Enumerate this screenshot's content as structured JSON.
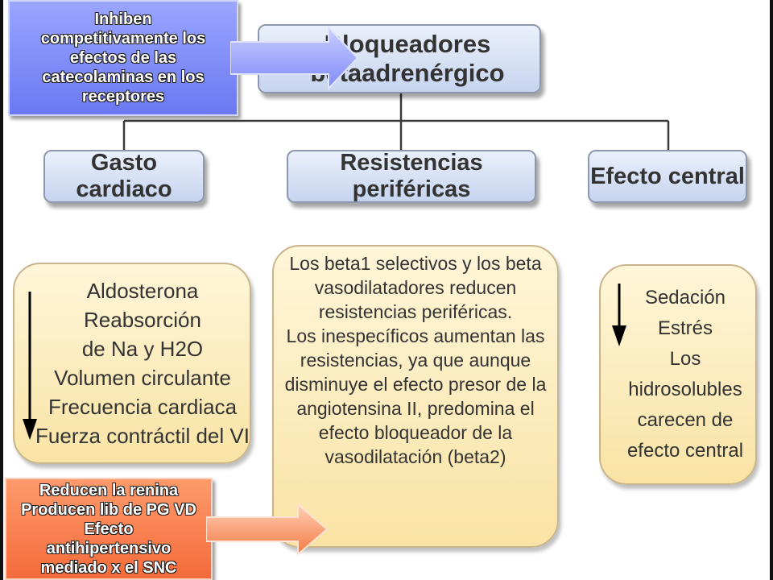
{
  "title": "Bloqueadores betaadrenérgico",
  "categories": {
    "gasto": "Gasto cardiaco",
    "resist": "Resistencias periféricas",
    "central": "Efecto central"
  },
  "left_box": {
    "lines": [
      "Aldosterona",
      "Reabsorción",
      "de Na y H2O",
      "Volumen circulante",
      "Frecuencia cardiaca",
      "Fuerza contráctil del VI"
    ]
  },
  "middle_box": {
    "lines": [
      "Los beta1 selectivos y los beta",
      "vasodilatadores reducen",
      "resistencias periféricas.",
      "Los inespecíficos aumentan las",
      "resistencias, ya que aunque",
      "disminuye el efecto presor de la",
      "angiotensina II, predomina el",
      "efecto bloqueador de la",
      "vasodilatación (beta2)"
    ]
  },
  "right_box": {
    "lines": [
      "Sedación",
      "Estrés",
      "Los",
      "hidrosolubles",
      "carecen de",
      "efecto central"
    ]
  },
  "callout_blue": {
    "lines": [
      "Inhiben",
      "competitivamente los",
      "efectos de las",
      "catecolaminas en los",
      "receptores"
    ]
  },
  "callout_orange": {
    "lines": [
      "Reducen la renina",
      "Producen lib de PG VD",
      "Efecto",
      "antihipertensivo",
      "mediado x el SNC"
    ]
  },
  "colors": {
    "header_fill": "#c6d4ef",
    "text_box_fill": "#f9e3a5",
    "callout_blue": "#7b88f5",
    "callout_orange": "#f67a48"
  }
}
